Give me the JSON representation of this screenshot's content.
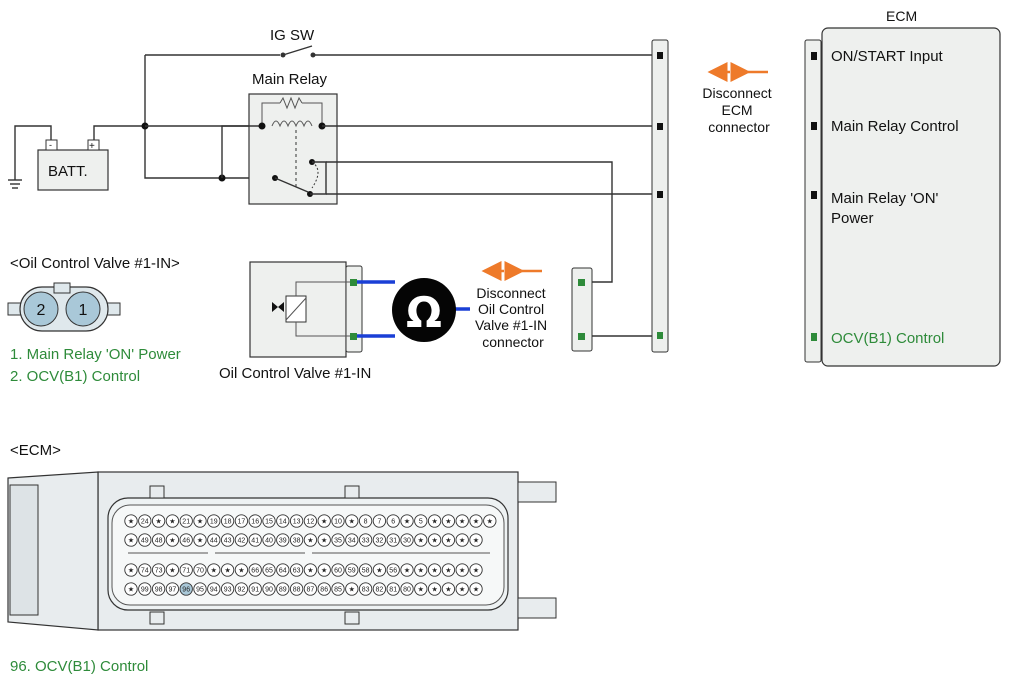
{
  "colors": {
    "accent_green": "#2e8b3a",
    "arrow_orange": "#ee7a2a",
    "ohm_blue": "#1a3fd6",
    "box_fill": "#eef0ee",
    "pin_green": "#2e8b3a",
    "pin_highlight": "#a9c8d8"
  },
  "icons": {
    "ohmmeter": "ohm-symbol-icon",
    "ground": "ground-icon",
    "arrow": "double-arrow-icon"
  },
  "labels": {
    "ig_sw": "IG SW",
    "main_relay": "Main Relay",
    "batt": "BATT.",
    "batt_minus": "-",
    "batt_plus": "+",
    "ecm_title": "ECM",
    "disconnect_ecm": [
      "Disconnect",
      "ECM",
      "connector"
    ],
    "disconnect_ocv": [
      "Disconnect",
      "Oil Control",
      "Valve #1-IN",
      "connector"
    ],
    "ocv_name": "Oil Control Valve #1-IN",
    "ohm_symbol": "Ω"
  },
  "ecm_pins": [
    {
      "label": "ON/START Input",
      "highlight": false
    },
    {
      "label": "Main Relay Control",
      "highlight": false
    },
    {
      "label_lines": [
        "Main Relay 'ON'",
        "Power"
      ],
      "highlight": false
    },
    {
      "label": "OCV(B1) Control",
      "highlight": true
    }
  ],
  "ocv_connector": {
    "title": "<Oil Control Valve #1-IN>",
    "pin_numbers": [
      "2",
      "1"
    ],
    "legend": [
      "1. Main Relay 'ON' Power",
      "2. OCV(B1) Control"
    ]
  },
  "ecm_connector": {
    "title": "<ECM>",
    "rows": [
      [
        "★",
        "24",
        "★",
        "★",
        "21",
        "★",
        "19",
        "18",
        "17",
        "16",
        "15",
        "14",
        "13",
        "12",
        "★",
        "10",
        "★",
        "8",
        "7",
        "6",
        "★",
        "5",
        "★",
        "★",
        "★",
        "★",
        "★"
      ],
      [
        "★",
        "49",
        "48",
        "★",
        "46",
        "★",
        "44",
        "43",
        "42",
        "41",
        "40",
        "39",
        "38",
        "★",
        "★",
        "35",
        "34",
        "33",
        "32",
        "31",
        "30",
        "★",
        "★",
        "★",
        "★",
        "★"
      ],
      [
        "★",
        "74",
        "73",
        "★",
        "71",
        "70",
        "★",
        "★",
        "★",
        "66",
        "65",
        "64",
        "63",
        "★",
        "★",
        "60",
        "59",
        "58",
        "★",
        "56",
        "★",
        "★",
        "★",
        "★",
        "★",
        "★"
      ],
      [
        "★",
        "99",
        "98",
        "97",
        "96",
        "95",
        "94",
        "93",
        "92",
        "91",
        "90",
        "89",
        "88",
        "87",
        "86",
        "85",
        "★",
        "83",
        "82",
        "81",
        "80",
        "★",
        "★",
        "★",
        "★",
        "★"
      ]
    ],
    "highlight_pin": "96",
    "legend": "96. OCV(B1) Control"
  }
}
